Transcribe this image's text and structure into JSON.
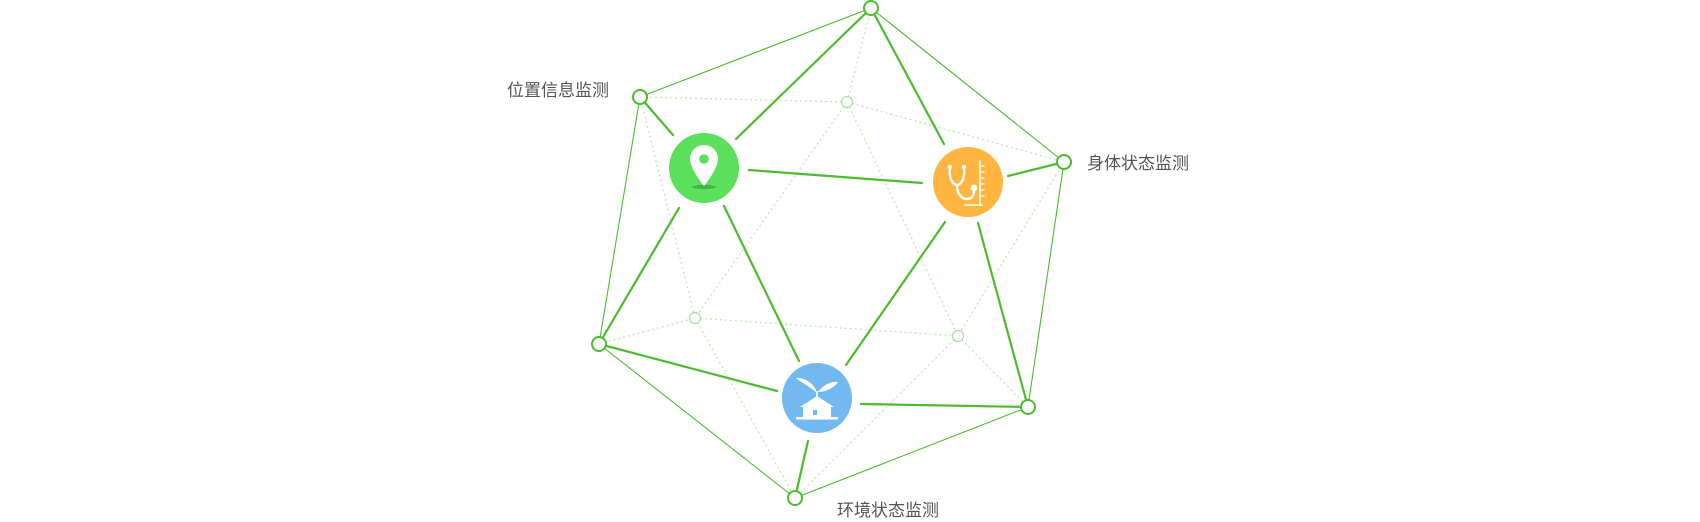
{
  "labels": {
    "location": "位置信息监测",
    "body": "身体状态监测",
    "environment": "环境状态监测"
  },
  "colors": {
    "line": "#4cbb2e",
    "dotted_line": "#b8e6b0",
    "node_stroke": "#4cbb2e",
    "hidden_node_stroke": "#a6e09a",
    "location_icon_bg": "#5ae05a",
    "body_icon_bg": "#ffb640",
    "environment_icon_bg": "#72b9f2",
    "label_text": "#555555"
  },
  "icons": {
    "location": "map-pin-icon",
    "body": "stethoscope-icon",
    "environment": "eco-house-icon"
  }
}
